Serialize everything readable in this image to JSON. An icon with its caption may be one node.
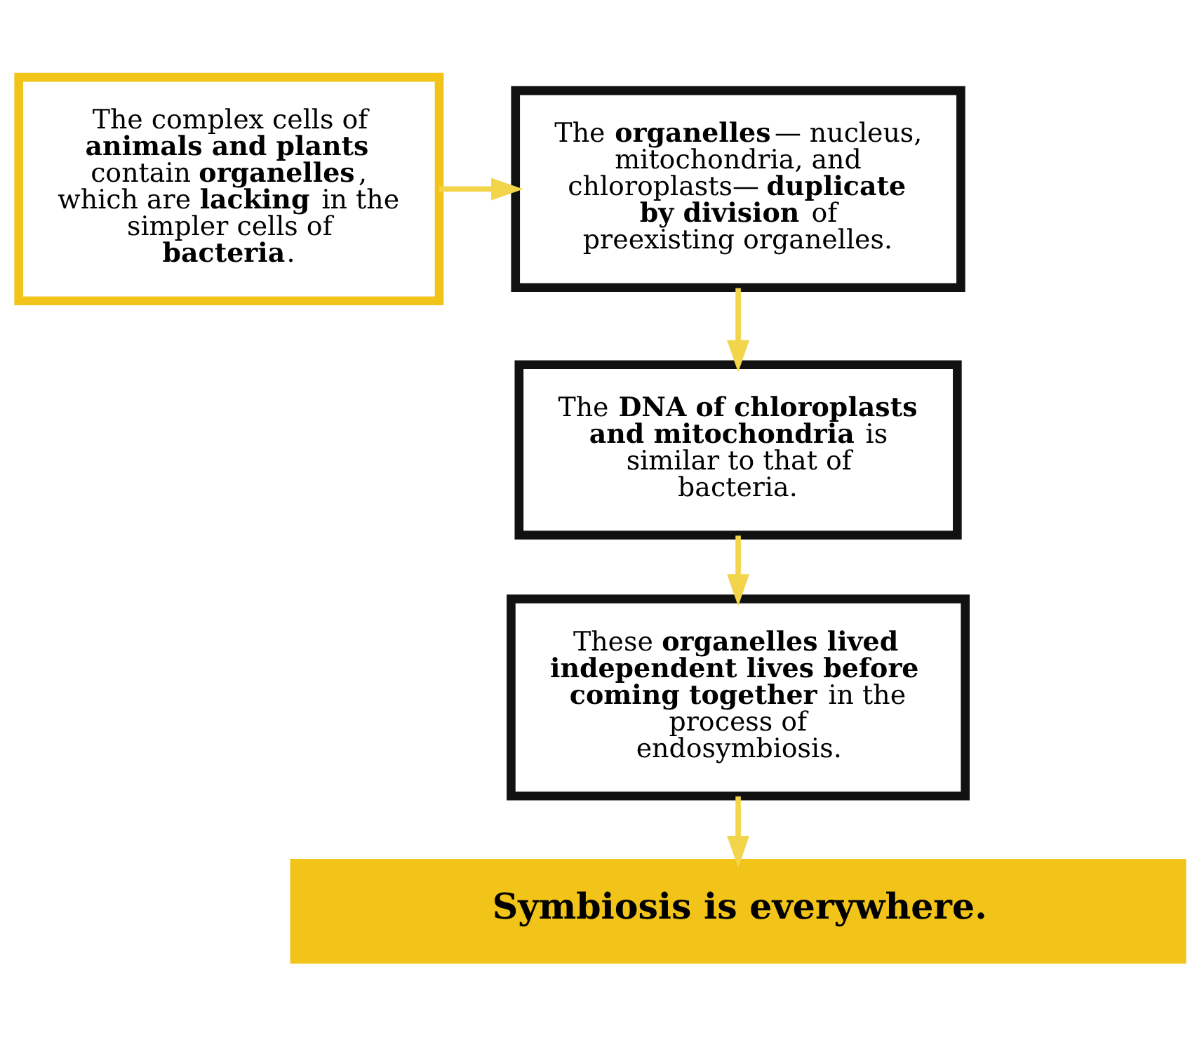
{
  "diagram": {
    "nodes": [
      {
        "text": [
          "The complex cells of **animals and plants** contain **organelles**, which are **lacking** in the simpler cells of **bacteria**."
        ]
      },
      {
        "text": [
          "The **organelles**— nucleus, mitochondria, and chloroplasts— **duplicate by division** of preexisting organelles."
        ]
      },
      {
        "text": [
          "The **DNA of chloroplasts and mitochondria** is similar to that of bacteria."
        ]
      },
      {
        "text": [
          "These **organelles lived independent lives before coming together** in the process of endosymbiosis."
        ]
      },
      {
        "text": [
          "**Symbiosis is everywhere.**"
        ]
      }
    ],
    "edges": [
      {
        "from": 0,
        "to": 1,
        "arrow": "to"
      },
      {
        "from": 1,
        "to": 2,
        "arrow": "to"
      },
      {
        "from": 2,
        "to": 3,
        "arrow": "to"
      },
      {
        "from": 3,
        "to": 4,
        "arrow": "to"
      }
    ]
  }
}
